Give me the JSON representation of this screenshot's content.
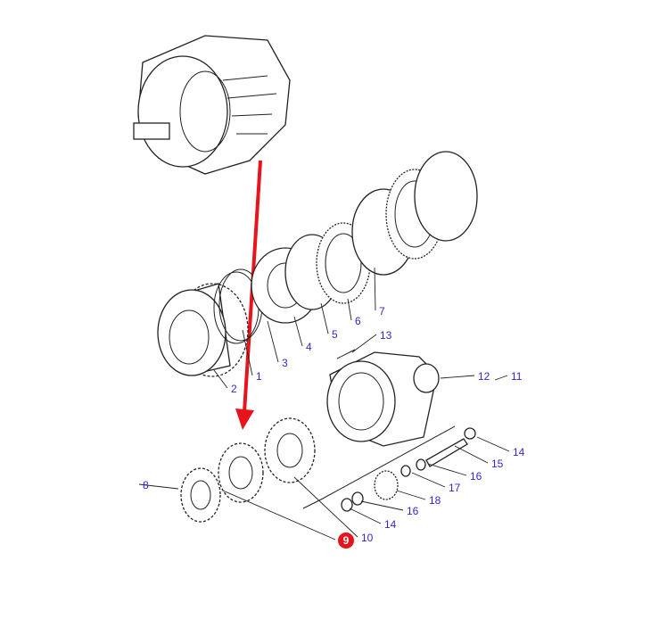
{
  "diagram": {
    "labels": [
      "1",
      "2",
      "3",
      "4",
      "5",
      "6",
      "7",
      "8",
      "9",
      "10",
      "11",
      "12",
      "13",
      "14",
      "15",
      "16",
      "17",
      "18",
      "16",
      "14"
    ],
    "highlighted_label": "9",
    "colors": {
      "label": "#3a1fd0",
      "highlight": "#e8141b",
      "arrow": "#e8141b"
    }
  }
}
